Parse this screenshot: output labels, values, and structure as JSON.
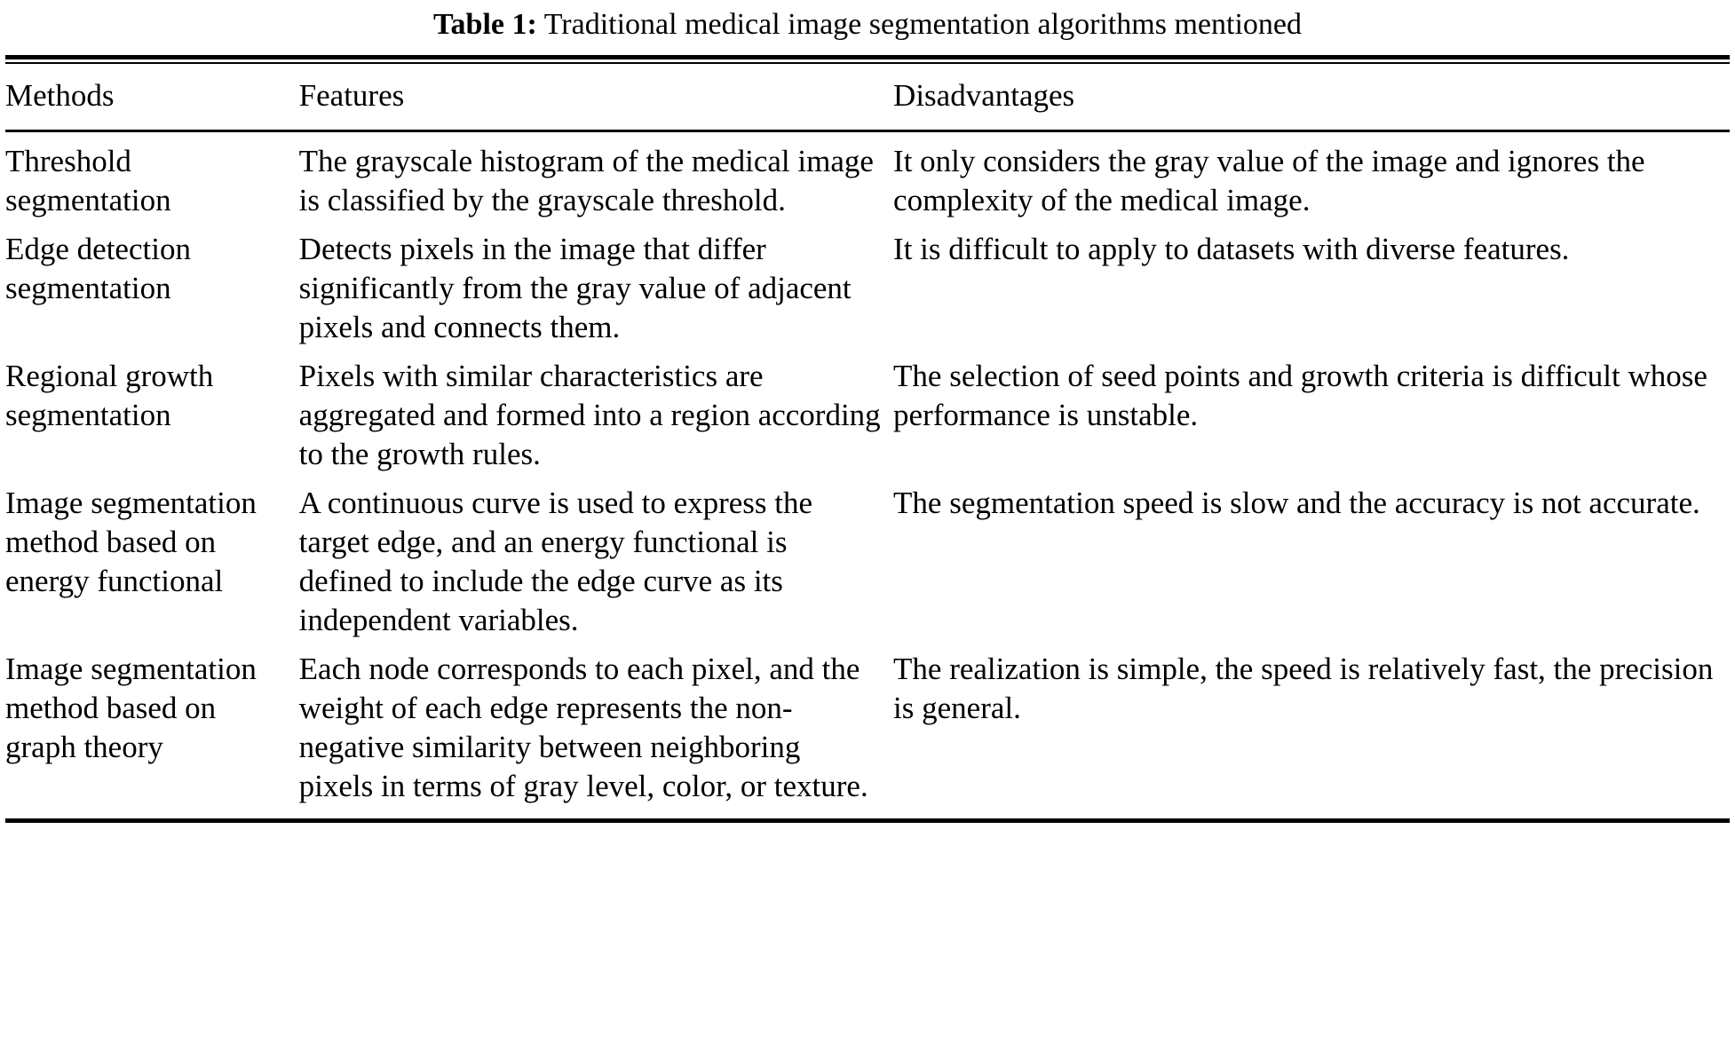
{
  "caption": {
    "label": "Table 1:",
    "text": "Traditional medical image segmentation algorithms mentioned"
  },
  "table": {
    "columns": [
      "Methods",
      "Features",
      "Disadvantages"
    ],
    "rows": [
      {
        "method": "Threshold segmentation",
        "features": "The grayscale histogram of the medical image is classified by the grayscale threshold.",
        "disadvantages": "It only considers the gray value of the image and ignores the complexity of the medical image."
      },
      {
        "method": "Edge detection segmentation",
        "features": "Detects pixels in the image that differ significantly from the gray value of adjacent pixels and connects them.",
        "disadvantages": "It is difficult to apply to datasets with diverse features."
      },
      {
        "method": "Regional growth segmentation",
        "features": "Pixels with similar characteristics are aggregated and formed into a region according to the growth rules.",
        "disadvantages": "The selection of seed points and growth criteria is difficult whose performance is unstable."
      },
      {
        "method": "Image segmentation method based on energy functional",
        "features": "A continuous curve is used to express the target edge, and an energy functional is defined to include the edge curve as its independent variables.",
        "disadvantages": "The segmentation speed is slow and the accuracy is not accurate."
      },
      {
        "method": "Image segmentation method based on graph theory",
        "features": "Each node corresponds to each pixel, and the weight of each edge represents the non-negative similarity between neighboring pixels in terms of gray level, color, or texture.",
        "disadvantages": "The realization is simple, the speed is relatively fast, the precision is general."
      }
    ]
  }
}
